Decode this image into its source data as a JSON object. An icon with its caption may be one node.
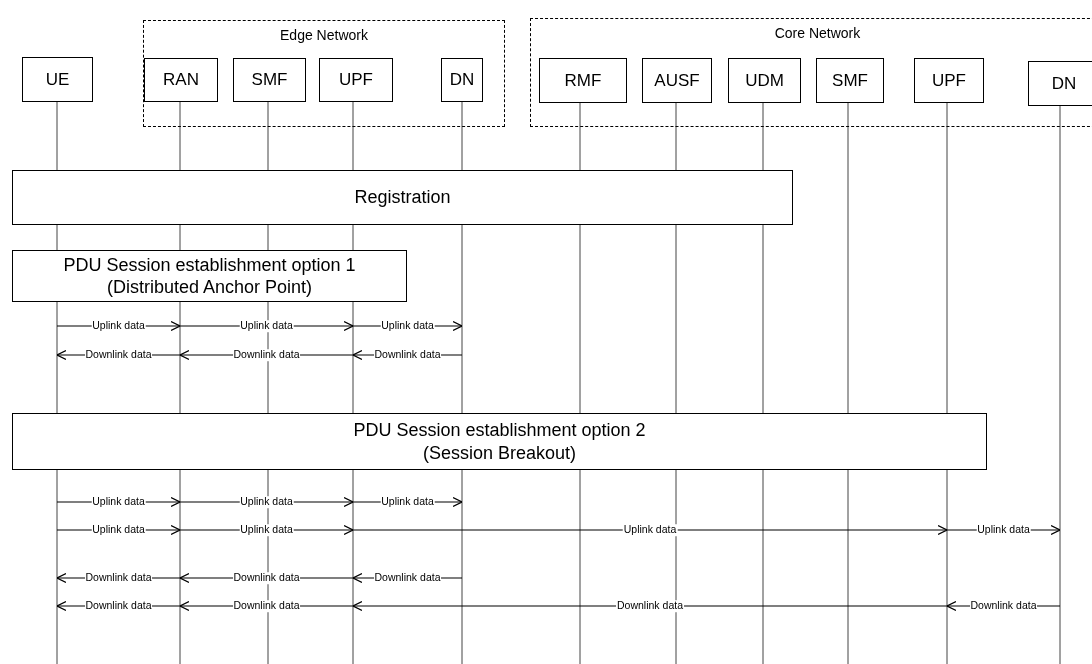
{
  "diagram": {
    "nodes": [
      {
        "text": [
          "UE"
        ]
      },
      {
        "text": [
          "Edge Network"
        ]
      },
      {
        "text": [
          "RAN"
        ],
        "in": 1
      },
      {
        "text": [
          "SMF"
        ],
        "in": 1
      },
      {
        "text": [
          "UPF"
        ],
        "in": 1
      },
      {
        "text": [
          "DN"
        ],
        "in": 1
      },
      {
        "text": [
          "Core Network"
        ]
      },
      {
        "text": [
          "RMF"
        ],
        "in": 6
      },
      {
        "text": [
          "AUSF"
        ],
        "in": 6
      },
      {
        "text": [
          "UDM"
        ],
        "in": 6
      },
      {
        "text": [
          "SMF"
        ],
        "in": 6
      },
      {
        "text": [
          "UPF"
        ],
        "in": 6
      },
      {
        "text": [
          "DN"
        ],
        "in": 6
      },
      {
        "text": [
          "Registration"
        ]
      },
      {
        "text": [
          "PDU Session establishment option 1 (Distributed Anchor Point)"
        ]
      },
      {
        "text": [
          "PDU Session establishment option 2 (Session Breakout)"
        ]
      }
    ],
    "labels": [
      "Uplink data",
      "Uplink data",
      "Uplink data",
      "Downlink data",
      "Downlink data",
      "Downlink data",
      "Uplink data",
      "Uplink data",
      "Uplink data",
      "Uplink data",
      "Uplink data",
      "Uplink data",
      "Uplink data",
      "Downlink data",
      "Downlink data",
      "Downlink data",
      "Downlink data",
      "Downlink data",
      "Downlink data",
      "Downlink data"
    ]
  }
}
